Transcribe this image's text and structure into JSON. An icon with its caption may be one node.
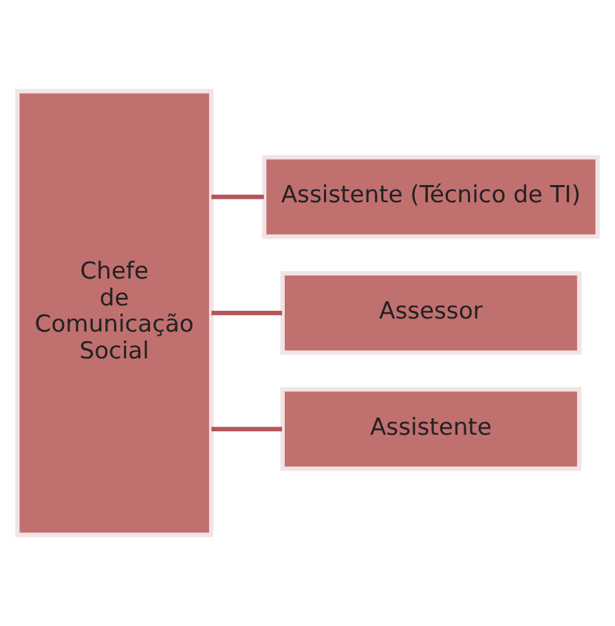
{
  "diagram": {
    "nodes": [
      {
        "text": [
          "Chefe de Comunicação Social"
        ]
      },
      {
        "text": [
          "Assistente (Técnico de TI)"
        ]
      },
      {
        "text": [
          "Assessor"
        ]
      },
      {
        "text": [
          "Assistente"
        ]
      }
    ],
    "edges": [
      {
        "from": 0,
        "to": 1,
        "arrow": "none"
      },
      {
        "from": 0,
        "to": 2,
        "arrow": "none"
      },
      {
        "from": 0,
        "to": 3,
        "arrow": "none"
      }
    ]
  }
}
